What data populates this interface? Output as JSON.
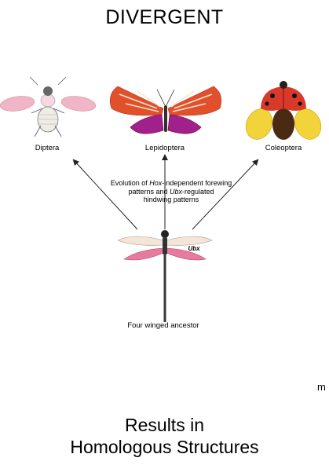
{
  "title": "DIVERGENT",
  "labels": {
    "diptera": "Diptera",
    "lepidoptera": "Lepidoptera",
    "coleoptera": "Coleoptera",
    "evolution_line1_pre": "Evolution of ",
    "evolution_hox": "Hox",
    "evolution_line1_post": "-independent forewing",
    "evolution_line2_pre": "patterns and ",
    "evolution_ubx": "Ubx",
    "evolution_line2_post": "-regulated",
    "evolution_line3": "hindwing patterns",
    "ubx_wing": "Ubx",
    "ancestor": "Four winged ancestor"
  },
  "stray_text": "m",
  "results_line1": "Results in",
  "results_line2": "Homologous Structures",
  "colors": {
    "butterfly_orange": "#e0502a",
    "butterfly_purple": "#a0208c",
    "ladybug_red": "#d8392b",
    "ladybug_wing_yellow": "#f3d33a",
    "ancestor_wing_pink": "#e87aa0",
    "fly_wing_pink": "#f2b5c8"
  }
}
